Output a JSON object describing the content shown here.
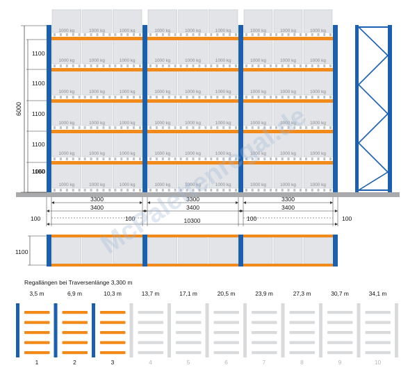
{
  "colors": {
    "upright_blue": "#1a5fb0",
    "beam_orange": "#f28a1a",
    "pallet_grey": "#e2e4e7",
    "pallet_edge": "#c4c7cc",
    "ground_grey": "#a9aaab",
    "faded_grey": "#d9dadc",
    "dim_line": "#333333",
    "watermark": "#9fb7d6"
  },
  "watermark": "McPalettenregal.de",
  "pallet_label": "1000 kg",
  "front_view": {
    "height_total": "6000",
    "levels": [
      "1100",
      "1100",
      "1100",
      "1100",
      "1100",
      "1060"
    ],
    "bays": 3,
    "pallets_per_bay": 3,
    "tiers": 6
  },
  "dimensions": {
    "beam_length": "3300",
    "bay_length": "3400",
    "inner_gap": "100",
    "end_gap": "100",
    "total_length": "10300"
  },
  "top_view": {
    "depth": "1100"
  },
  "lengths_section": {
    "title": "Regallängen bei Traversenlänge 3,300 m",
    "items": [
      {
        "number": "1",
        "length": "3,5 m",
        "active": true
      },
      {
        "number": "2",
        "length": "6,9 m",
        "active": true
      },
      {
        "number": "3",
        "length": "10,3 m",
        "active": true
      },
      {
        "number": "4",
        "length": "13,7 m",
        "active": false
      },
      {
        "number": "5",
        "length": "17,1 m",
        "active": false
      },
      {
        "number": "6",
        "length": "20,5 m",
        "active": false
      },
      {
        "number": "7",
        "length": "23,9 m",
        "active": false
      },
      {
        "number": "8",
        "length": "27,3 m",
        "active": false
      },
      {
        "number": "9",
        "length": "30,7 m",
        "active": false
      },
      {
        "number": "10",
        "length": "34,1 m",
        "active": false
      }
    ]
  }
}
